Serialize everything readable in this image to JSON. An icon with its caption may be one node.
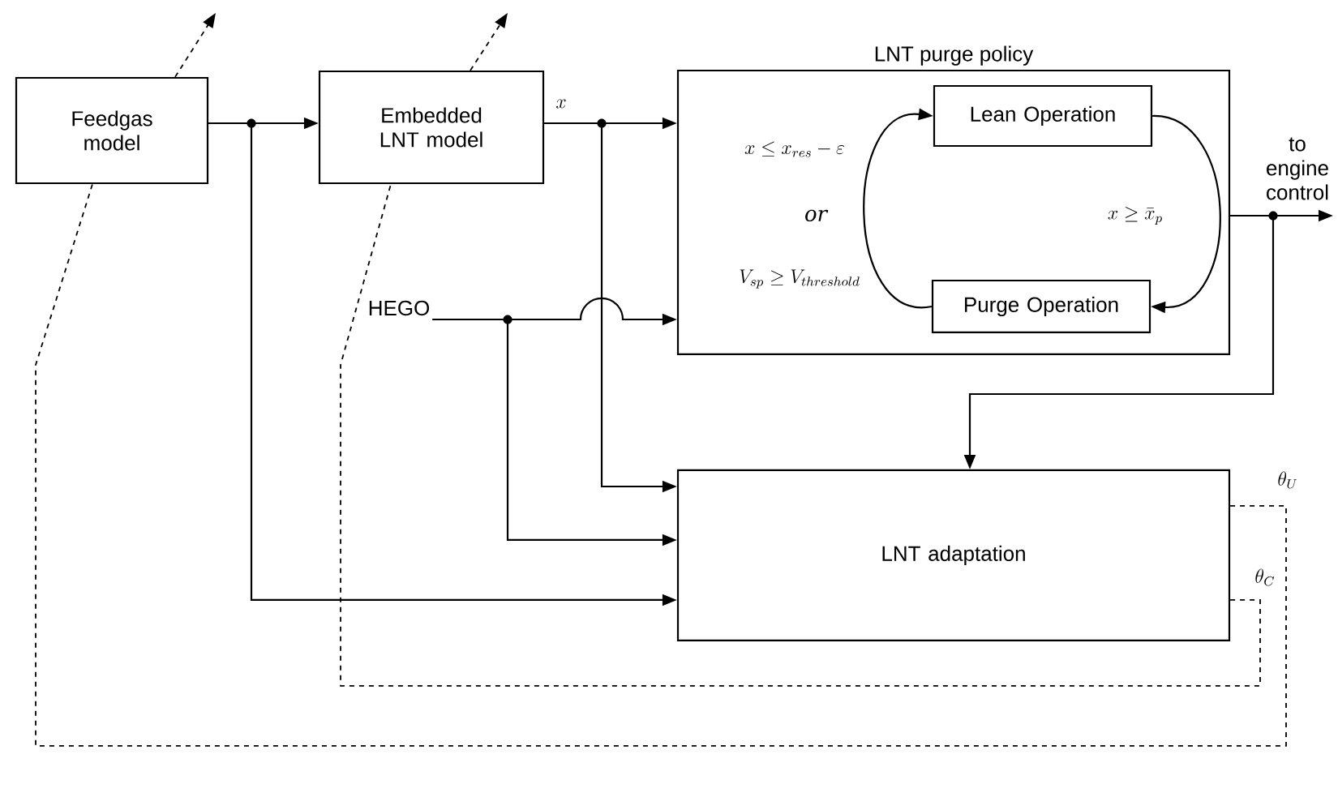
{
  "diagram": {
    "nodes": [
      {
        "text": [
          "Feedgas model"
        ]
      },
      {
        "text": [
          "Embedded LNT model"
        ]
      },
      {
        "text": [
          "LNT purge policy"
        ]
      },
      {
        "text": [
          "Lean Operation"
        ],
        "in": 2
      },
      {
        "text": [
          "Purge Operation"
        ],
        "in": 2
      },
      {
        "text": [
          "LNT adaptation"
        ]
      },
      {
        "text": [
          "HEGO"
        ]
      },
      {
        "text": [
          "to engine control"
        ]
      }
    ],
    "edges": [
      {
        "from": 0,
        "to": 1,
        "arrow": "to"
      },
      {
        "from": 0,
        "to": 5,
        "arrow": "to"
      },
      {
        "from": 1,
        "to": 2,
        "arrow": "to"
      },
      {
        "from": 1,
        "to": 5,
        "arrow": "to"
      },
      {
        "from": 6,
        "to": 2,
        "arrow": "to"
      },
      {
        "from": 6,
        "to": 5,
        "arrow": "to"
      },
      {
        "from": 4,
        "to": 3,
        "arrow": "to"
      },
      {
        "from": 3,
        "to": 4,
        "arrow": "to"
      },
      {
        "from": 2,
        "to": 7,
        "arrow": "to"
      },
      {
        "from": 2,
        "to": 5,
        "arrow": "to"
      },
      {
        "from": 5,
        "to": 0,
        "arrow": "none",
        "style": "dashed"
      },
      {
        "from": 5,
        "to": 1,
        "arrow": "none",
        "style": "dashed"
      },
      {
        "from": 0,
        "to": null,
        "arrow": "to",
        "style": "dashed"
      },
      {
        "from": 1,
        "to": null,
        "arrow": "to",
        "style": "dashed"
      }
    ],
    "labels": [
      "x",
      "x \\le x_{res} - \\varepsilon",
      "or",
      "V_{sp} \\ge V_{threshold}",
      "x \\ge \\bar{x}_{p}",
      "\\theta_{U}",
      "\\theta_{C}"
    ]
  }
}
